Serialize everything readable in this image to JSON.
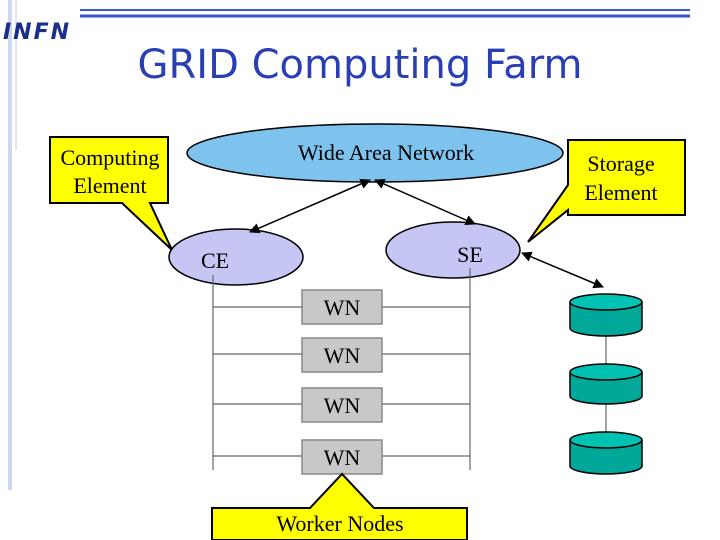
{
  "header": {
    "logo_text": "INFN",
    "title": "GRID Computing Farm"
  },
  "diagram": {
    "callouts": {
      "computing_element": [
        "Computing",
        "Element"
      ],
      "storage_element": [
        "Storage",
        "Element"
      ],
      "worker_nodes": "Worker Nodes"
    },
    "network": {
      "label": "Wide Area Network"
    },
    "ce": {
      "label": "CE"
    },
    "se": {
      "label": "SE"
    },
    "worker_nodes": [
      "WN",
      "WN",
      "WN",
      "WN"
    ],
    "storage_disks": 3
  },
  "colors": {
    "title": "#2a3fb3",
    "logo": "#1a2f8a",
    "accent_bar": "#3a56c8",
    "ellipse_fill": "#c6c6f4",
    "network_fill": "#7ec3ee",
    "callout_fill": "#ffff00",
    "wn_fill": "#c8c8c8",
    "disk_fill": "#00a89a"
  }
}
